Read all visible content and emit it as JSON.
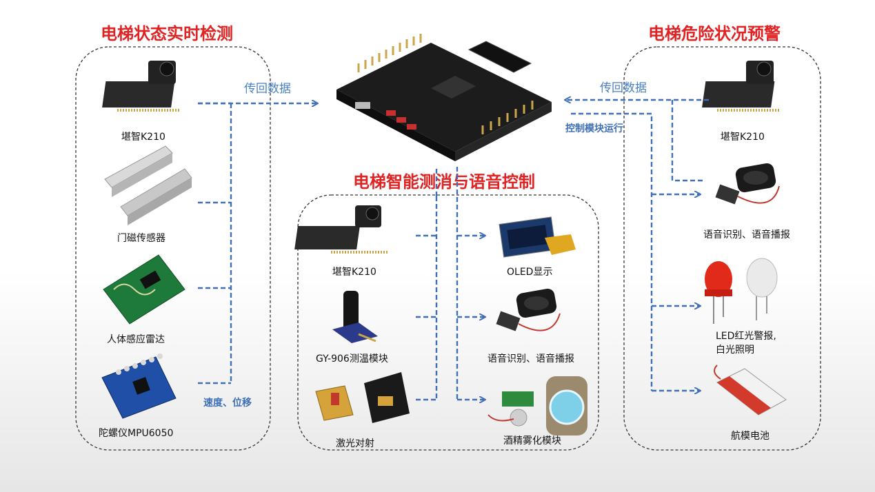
{
  "groups": {
    "detect": {
      "title": "电梯状态实时检测"
    },
    "warn": {
      "title": "电梯危险状况预警"
    },
    "disinfect": {
      "title": "电梯智能测消与语音控制"
    }
  },
  "left": {
    "k210": "堪智K210",
    "door_sensor": "门磁传感器",
    "radar": "人体感应雷达",
    "gyro": "陀螺仪MPU6050",
    "speed_label": "速度、位移"
  },
  "middle": {
    "k210": "堪智K210",
    "gy906": "GY-906测温模块",
    "laser": "激光对射",
    "oled": "OLED显示",
    "voice": "语音识别、语音播报",
    "atomizer": "酒精雾化模块"
  },
  "right": {
    "k210": "堪智K210",
    "voice": "语音识别、语音播报",
    "led_line1": "LED红光警报,",
    "led_line2": "白光照明",
    "battery": "航模电池"
  },
  "arrows": {
    "return_left": "传回数据",
    "return_right": "传回数据",
    "control": "控制模块运行"
  },
  "colors": {
    "title": "#e02222",
    "arrow": "#3f6fb5",
    "label_blue": "#4a7fc1"
  }
}
